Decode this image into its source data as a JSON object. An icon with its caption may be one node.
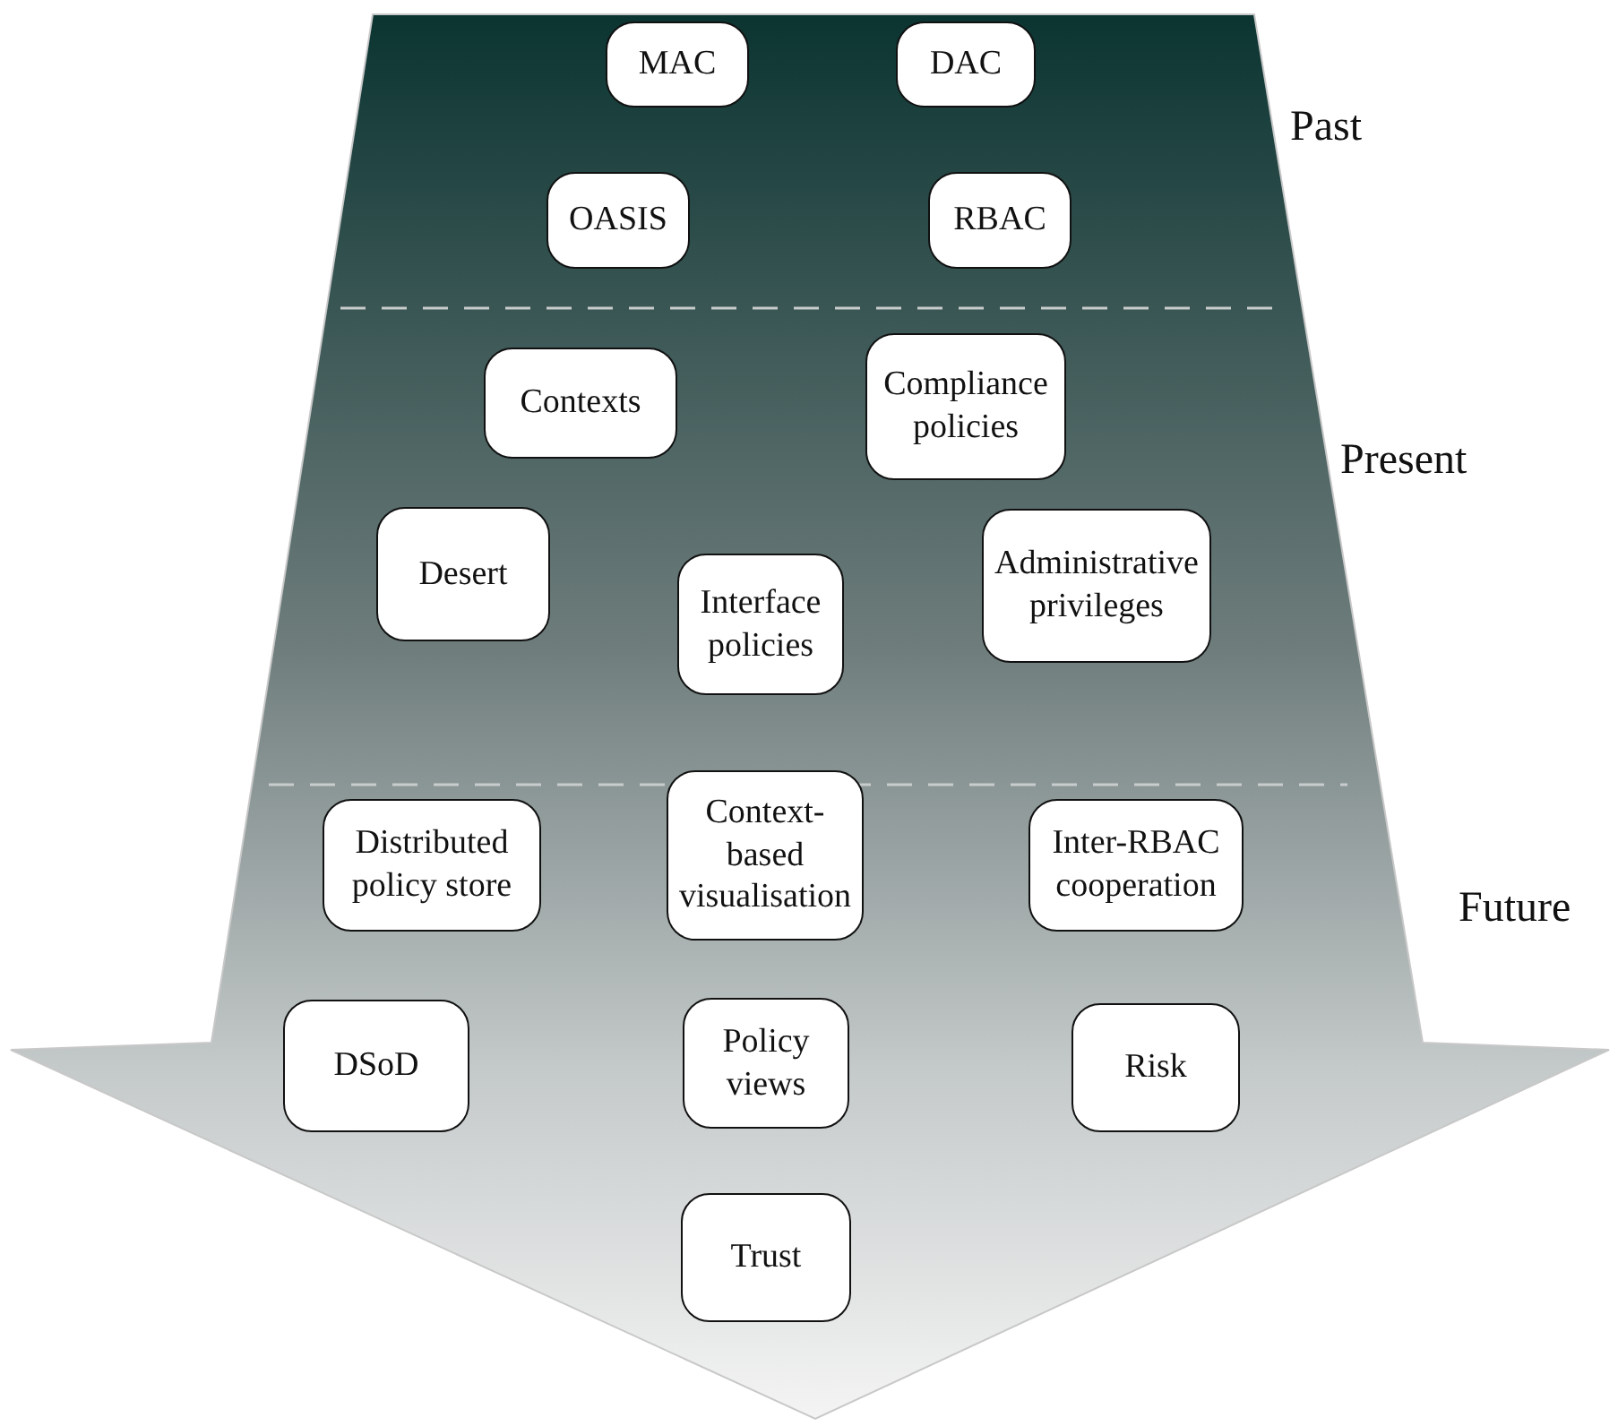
{
  "diagram": {
    "nodes": [
      {
        "text": [
          "MAC"
        ]
      },
      {
        "text": [
          "DAC"
        ]
      },
      {
        "text": [
          "OASIS"
        ]
      },
      {
        "text": [
          "RBAC"
        ]
      },
      {
        "text": [
          "Contexts"
        ]
      },
      {
        "text": [
          "Compliance policies"
        ]
      },
      {
        "text": [
          "Desert"
        ]
      },
      {
        "text": [
          "Interface policies"
        ]
      },
      {
        "text": [
          "Administrative privileges"
        ]
      },
      {
        "text": [
          "Distributed policy store"
        ]
      },
      {
        "text": [
          "Context-based visualisation"
        ]
      },
      {
        "text": [
          "Inter-RBAC cooperation"
        ]
      },
      {
        "text": [
          "DSoD"
        ]
      },
      {
        "text": [
          "Policy views"
        ]
      },
      {
        "text": [
          "Risk"
        ]
      },
      {
        "text": [
          "Trust"
        ]
      }
    ],
    "edges": [],
    "labels": [
      "Past",
      "Present",
      "Future"
    ]
  }
}
